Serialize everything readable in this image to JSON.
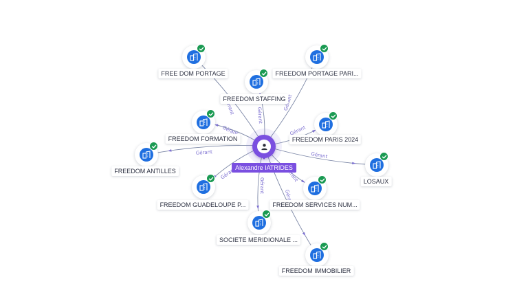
{
  "center": {
    "name": "Alexandre IATRIDES",
    "icon": "person-icon"
  },
  "relation_label": "Gérant",
  "companies": [
    {
      "id": "free-dom-portage",
      "label": "FREE DOM PORTAGE",
      "icon": "building-icon",
      "verified": true
    },
    {
      "id": "freedom-portage-paris",
      "label": "FREEDOM PORTAGE PARI...",
      "icon": "building-icon",
      "verified": true
    },
    {
      "id": "freedom-staffing",
      "label": "FREEDOM STAFFING",
      "icon": "building-icon",
      "verified": true
    },
    {
      "id": "freedom-formation",
      "label": "FREEDOM FORMATION",
      "icon": "building-icon",
      "verified": true
    },
    {
      "id": "freedom-paris-2024",
      "label": "FREEDOM PARIS 2024",
      "icon": "building-icon",
      "verified": true
    },
    {
      "id": "freedom-antilles",
      "label": "FREEDOM ANTILLES",
      "icon": "building-icon",
      "verified": true
    },
    {
      "id": "losaux",
      "label": "LOSAUX",
      "icon": "building-icon",
      "verified": true
    },
    {
      "id": "freedom-guadeloupe",
      "label": "FREEDOM GUADELOUPE P...",
      "icon": "building-icon",
      "verified": true
    },
    {
      "id": "freedom-services-num",
      "label": "FREEDOM SERVICES NUM...",
      "icon": "building-icon",
      "verified": true
    },
    {
      "id": "societe-meridionale",
      "label": "SOCIETE MERIDIONALE ...",
      "icon": "building-icon",
      "verified": true
    },
    {
      "id": "freedom-immobilier",
      "label": "FREEDOM IMMOBILIER",
      "icon": "building-icon",
      "verified": true
    }
  ],
  "colors": {
    "center_accent": "#7a4fe0",
    "company_icon": "#1f6fe0",
    "verified_badge": "#1a9a52",
    "edge": "#7c87a6",
    "edge_label": "#7c6fd1"
  }
}
